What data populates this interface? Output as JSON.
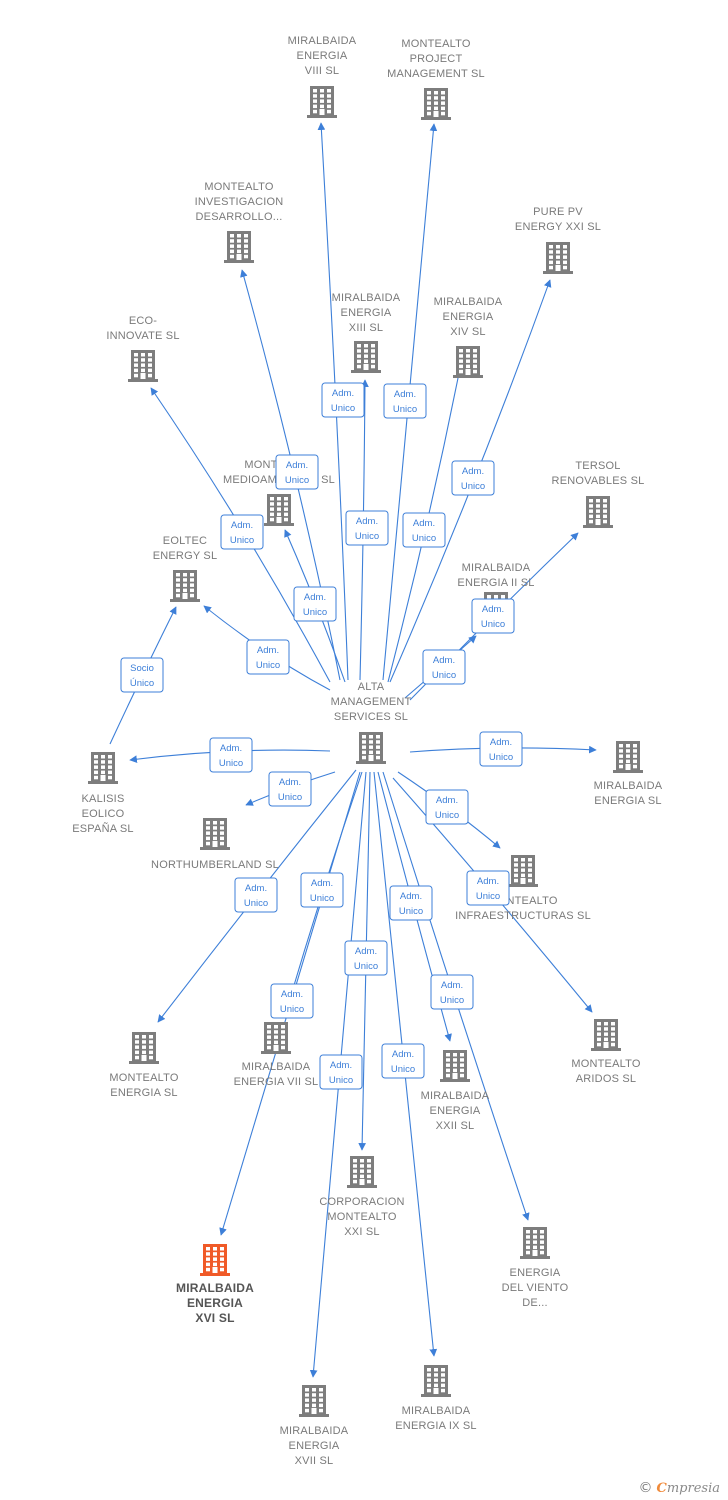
{
  "colors": {
    "edge": "#3d7fd8",
    "building": "#7d7d7d",
    "highlight": "#f05a28",
    "label": "#7a7a7a"
  },
  "nodes": [
    {
      "id": "alta",
      "lines": [
        "ALTA",
        "MANAGEMENT",
        "SERVICES SL"
      ],
      "icon": "building-icon",
      "highlight": false
    },
    {
      "id": "m8",
      "lines": [
        "MIRALBAIDA",
        "ENERGIA",
        "VIII SL"
      ],
      "icon": "building-icon",
      "highlight": false
    },
    {
      "id": "mpm",
      "lines": [
        "MONTEALTO",
        "PROJECT",
        "MANAGEMENT SL"
      ],
      "icon": "building-icon",
      "highlight": false
    },
    {
      "id": "mid",
      "lines": [
        "MONTEALTO",
        "INVESTIGACION",
        "DESARROLLO..."
      ],
      "icon": "building-icon",
      "highlight": false
    },
    {
      "id": "pv",
      "lines": [
        "PURE PV",
        "ENERGY XXI SL"
      ],
      "icon": "building-icon",
      "highlight": false
    },
    {
      "id": "m13",
      "lines": [
        "MIRALBAIDA",
        "ENERGIA",
        "XIII SL"
      ],
      "icon": "building-icon",
      "highlight": false
    },
    {
      "id": "m14",
      "lines": [
        "MIRALBAIDA",
        "ENERGIA",
        "XIV SL"
      ],
      "icon": "building-icon",
      "highlight": false
    },
    {
      "id": "eco",
      "lines": [
        "ECO-",
        "INNOVATE SL"
      ],
      "icon": "building-icon",
      "highlight": false
    },
    {
      "id": "mma",
      "lines": [
        "MONTEALTO",
        "MEDIOAMBIENTE SL"
      ],
      "icon": "building-icon",
      "highlight": false
    },
    {
      "id": "tersol",
      "lines": [
        "TERSOL",
        "RENOVABLES SL"
      ],
      "icon": "building-icon",
      "highlight": false
    },
    {
      "id": "eoltec",
      "lines": [
        "EOLTEC",
        "ENERGY SL"
      ],
      "icon": "building-icon",
      "highlight": false
    },
    {
      "id": "m2",
      "lines": [
        "MIRALBAIDA",
        "ENERGIA II SL"
      ],
      "icon": "building-icon",
      "highlight": false
    },
    {
      "id": "kalisis",
      "lines": [
        "KALISIS",
        "EOLICO",
        "ESPAÑA SL"
      ],
      "icon": "building-icon",
      "highlight": false
    },
    {
      "id": "north",
      "lines": [
        "NORTHUMBERLAND SL"
      ],
      "icon": "building-icon",
      "highlight": false
    },
    {
      "id": "me",
      "lines": [
        "MIRALBAIDA",
        "ENERGIA SL"
      ],
      "icon": "building-icon",
      "highlight": false
    },
    {
      "id": "minf",
      "lines": [
        "MONTEALTO",
        "INFRAESTRUCTURAS SL"
      ],
      "icon": "building-icon",
      "highlight": false
    },
    {
      "id": "menerg",
      "lines": [
        "MONTEALTO",
        "ENERGIA SL"
      ],
      "icon": "building-icon",
      "highlight": false
    },
    {
      "id": "m7",
      "lines": [
        "MIRALBAIDA",
        "ENERGIA VII SL"
      ],
      "icon": "building-icon",
      "highlight": false
    },
    {
      "id": "m22",
      "lines": [
        "MIRALBAIDA",
        "ENERGIA",
        "XXII SL"
      ],
      "icon": "building-icon",
      "highlight": false
    },
    {
      "id": "maridos",
      "lines": [
        "MONTEALTO",
        "ARIDOS SL"
      ],
      "icon": "building-icon",
      "highlight": false
    },
    {
      "id": "corp",
      "lines": [
        "CORPORACION",
        "MONTEALTO",
        "XXI SL"
      ],
      "icon": "building-icon",
      "highlight": false
    },
    {
      "id": "m16",
      "lines": [
        "MIRALBAIDA",
        "ENERGIA",
        "XVI SL"
      ],
      "icon": "building-icon",
      "highlight": true
    },
    {
      "id": "viento",
      "lines": [
        "ENERGIA",
        "DEL VIENTO",
        "DE..."
      ],
      "icon": "building-icon",
      "highlight": false
    },
    {
      "id": "m17",
      "lines": [
        "MIRALBAIDA",
        "ENERGIA",
        "XVII SL"
      ],
      "icon": "building-icon",
      "highlight": false
    },
    {
      "id": "m9",
      "lines": [
        "MIRALBAIDA",
        "ENERGIA IX SL"
      ],
      "icon": "building-icon",
      "highlight": false
    }
  ],
  "edges": [
    {
      "from": "alta",
      "to": "m8",
      "label": [
        "Adm.",
        "Unico"
      ]
    },
    {
      "from": "alta",
      "to": "mpm",
      "label": [
        "Adm.",
        "Unico"
      ]
    },
    {
      "from": "alta",
      "to": "mid",
      "label": [
        "Adm.",
        "Unico"
      ]
    },
    {
      "from": "alta",
      "to": "pv",
      "label": [
        "Adm.",
        "Unico"
      ]
    },
    {
      "from": "alta",
      "to": "m13",
      "label": [
        "Adm.",
        "Unico"
      ]
    },
    {
      "from": "alta",
      "to": "m14",
      "label": [
        "Adm.",
        "Unico"
      ]
    },
    {
      "from": "alta",
      "to": "eco",
      "label": [
        "Adm.",
        "Unico"
      ]
    },
    {
      "from": "alta",
      "to": "mma",
      "label": [
        "Adm.",
        "Unico"
      ]
    },
    {
      "from": "alta",
      "to": "tersol",
      "label": [
        "Adm.",
        "Unico"
      ]
    },
    {
      "from": "alta",
      "to": "eoltec",
      "label": [
        "Adm.",
        "Unico"
      ]
    },
    {
      "from": "alta",
      "to": "m2",
      "label": [
        "Adm.",
        "Unico"
      ]
    },
    {
      "from": "kalisis",
      "to": "eoltec",
      "label": [
        "Socio",
        "Único"
      ]
    },
    {
      "from": "alta",
      "to": "kalisis",
      "label": [
        "Adm.",
        "Unico"
      ]
    },
    {
      "from": "alta",
      "to": "north",
      "label": [
        "Adm.",
        "Unico"
      ]
    },
    {
      "from": "alta",
      "to": "me",
      "label": [
        "Adm.",
        "Unico"
      ]
    },
    {
      "from": "alta",
      "to": "minf",
      "label": [
        "Adm.",
        "Unico"
      ]
    },
    {
      "from": "alta",
      "to": "maridos",
      "label": [
        "Adm.",
        "Unico"
      ]
    },
    {
      "from": "alta",
      "to": "menerg",
      "label": [
        "Adm.",
        "Unico"
      ]
    },
    {
      "from": "alta",
      "to": "m7",
      "label": [
        "Adm.",
        "Unico"
      ]
    },
    {
      "from": "alta",
      "to": "corp",
      "label": [
        "Adm.",
        "Unico"
      ]
    },
    {
      "from": "alta",
      "to": "m22",
      "label": [
        "Adm.",
        "Unico"
      ]
    },
    {
      "from": "alta",
      "to": "viento",
      "label": [
        "Adm.",
        "Unico"
      ]
    },
    {
      "from": "alta",
      "to": "m16",
      "label": [
        "Adm.",
        "Unico"
      ]
    },
    {
      "from": "alta",
      "to": "m17",
      "label": [
        "Adm.",
        "Unico"
      ]
    },
    {
      "from": "alta",
      "to": "m9",
      "label": [
        "Adm.",
        "Unico"
      ]
    }
  ],
  "footer": {
    "copyright": "©",
    "brand_initial": "C",
    "brand_rest": "mpresia"
  }
}
